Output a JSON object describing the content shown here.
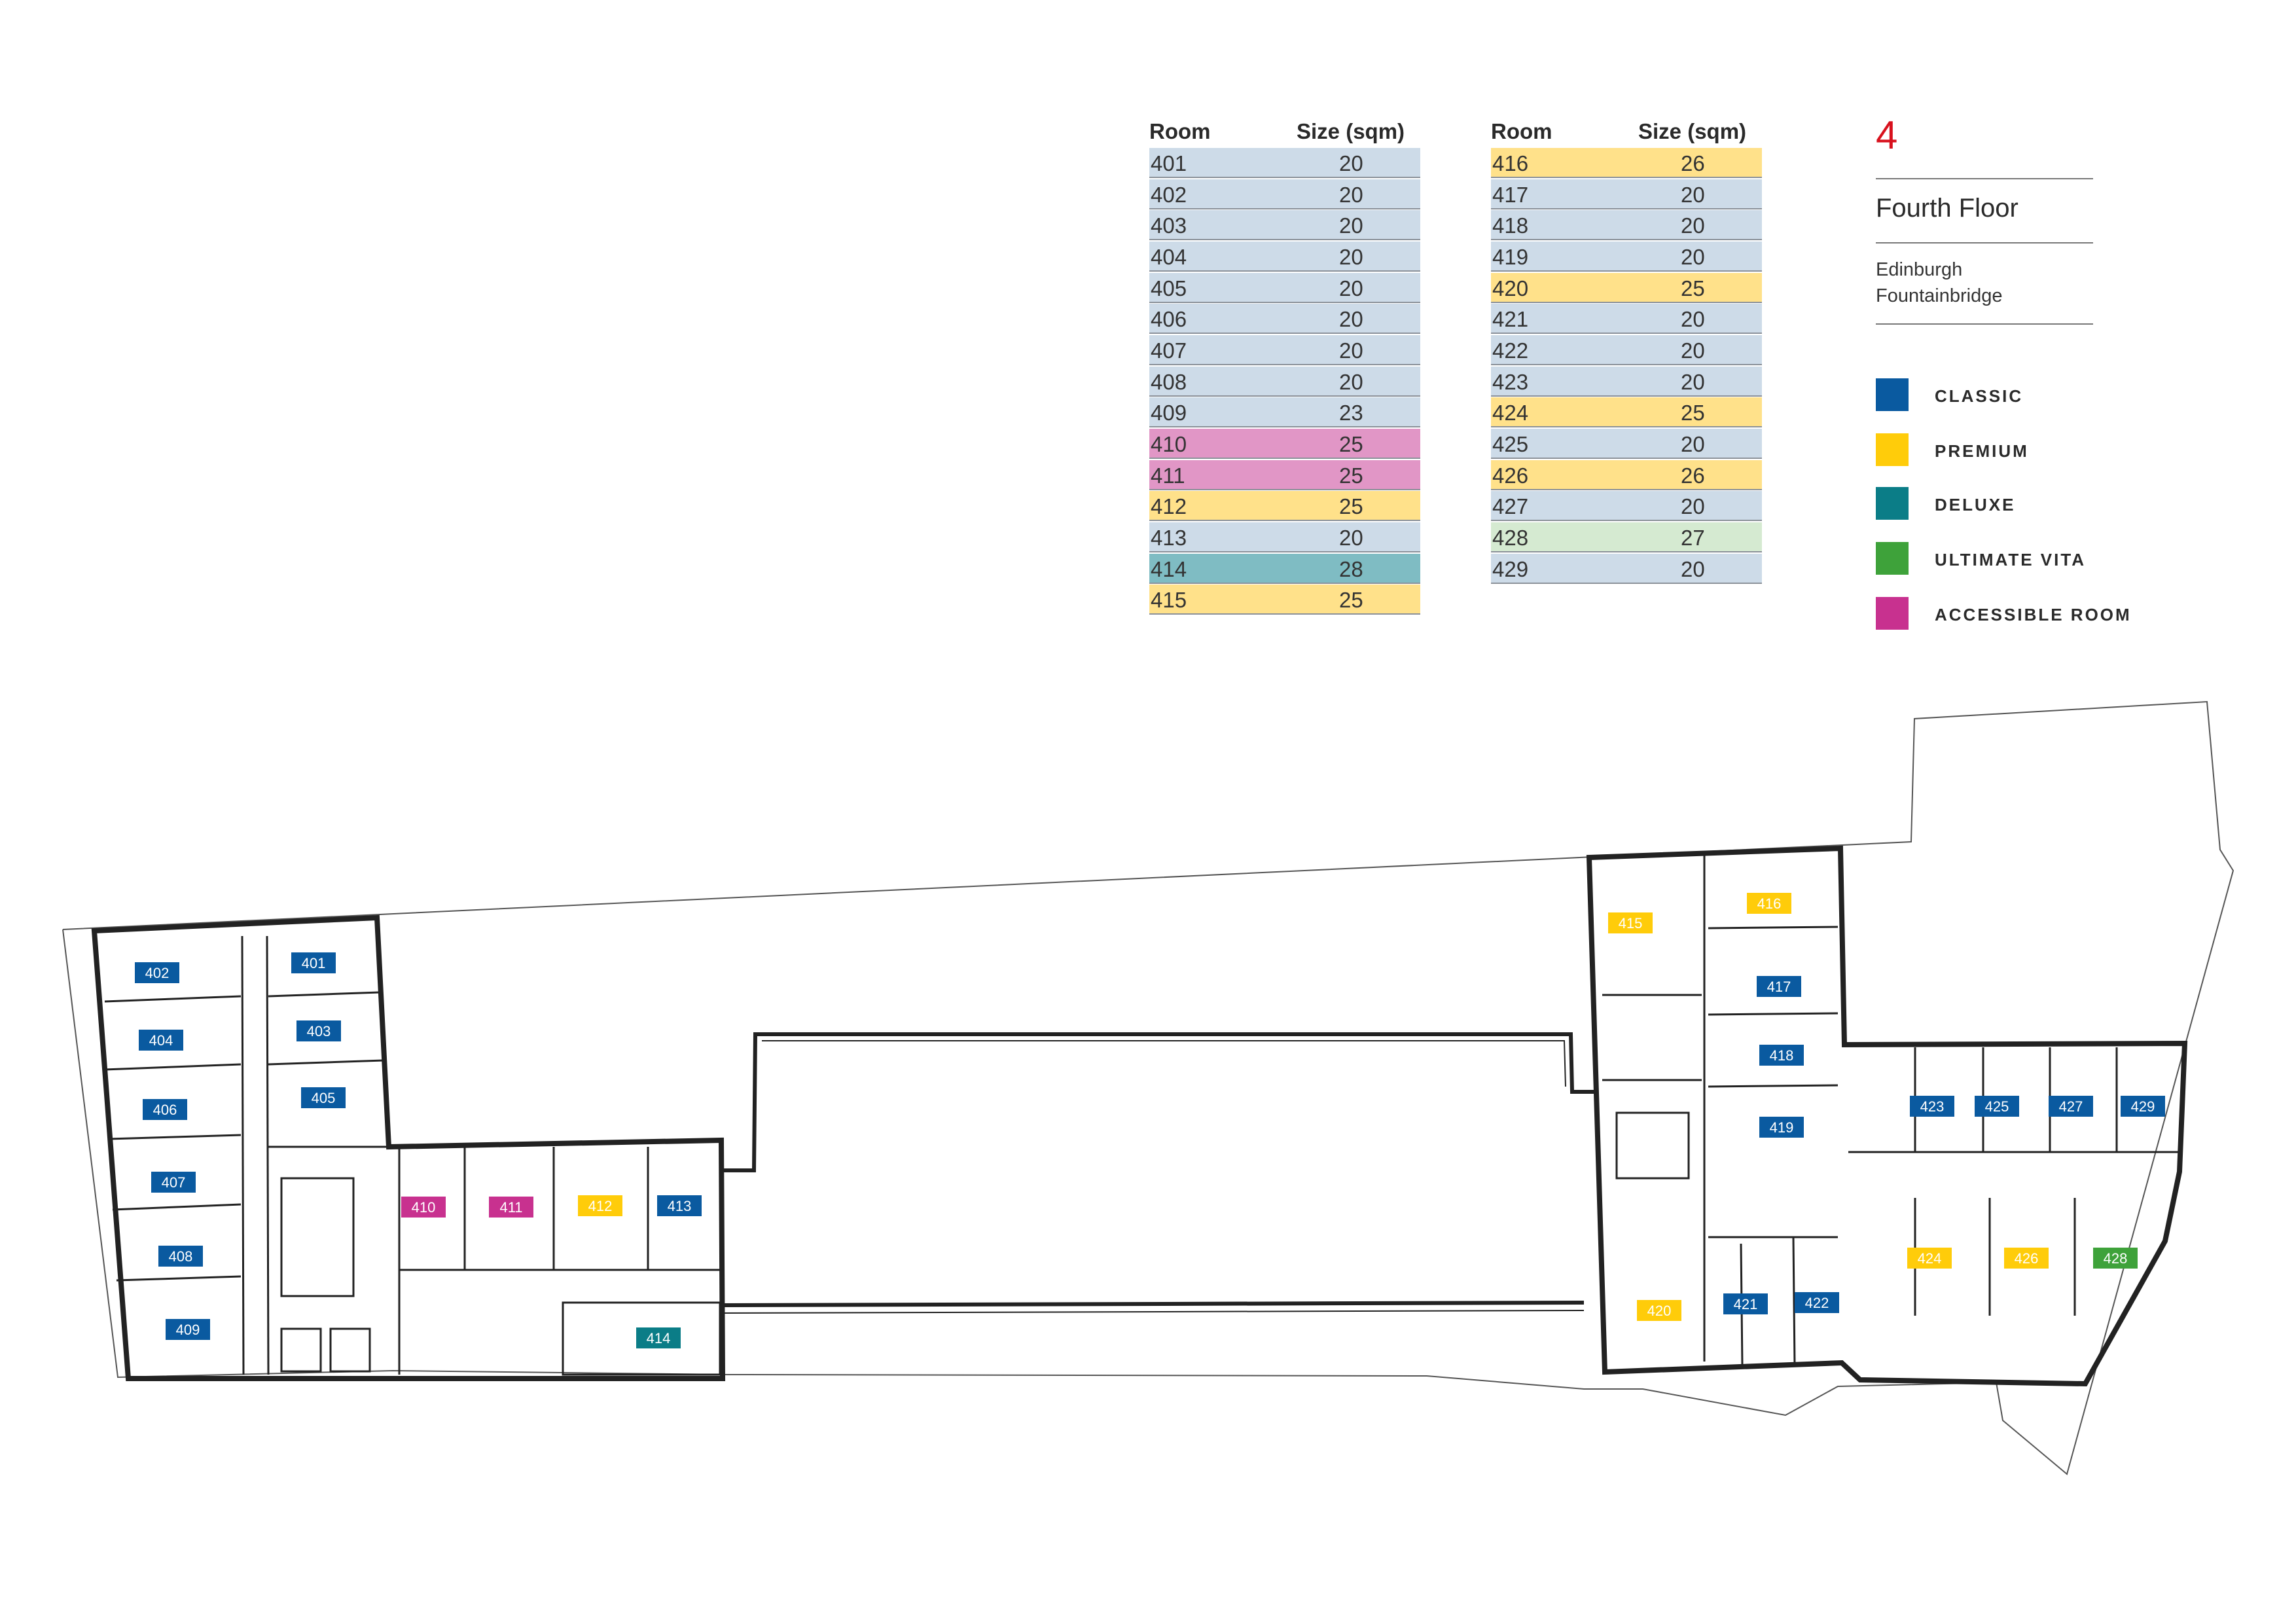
{
  "header": {
    "floor_number": "4",
    "floor_name": "Fourth Floor",
    "location_city": "Edinburgh",
    "location_area": "Fountainbridge"
  },
  "table_headers": {
    "room": "Room",
    "size": "Size (sqm)"
  },
  "tables": [
    {
      "rows": [
        {
          "room": "401",
          "size": "20",
          "type": "classic"
        },
        {
          "room": "402",
          "size": "20",
          "type": "classic"
        },
        {
          "room": "403",
          "size": "20",
          "type": "classic"
        },
        {
          "room": "404",
          "size": "20",
          "type": "classic"
        },
        {
          "room": "405",
          "size": "20",
          "type": "classic"
        },
        {
          "room": "406",
          "size": "20",
          "type": "classic"
        },
        {
          "room": "407",
          "size": "20",
          "type": "classic"
        },
        {
          "room": "408",
          "size": "20",
          "type": "classic"
        },
        {
          "room": "409",
          "size": "23",
          "type": "classic"
        },
        {
          "room": "410",
          "size": "25",
          "type": "accessible"
        },
        {
          "room": "411",
          "size": "25",
          "type": "accessible"
        },
        {
          "room": "412",
          "size": "25",
          "type": "premium"
        },
        {
          "room": "413",
          "size": "20",
          "type": "classic"
        },
        {
          "room": "414",
          "size": "28",
          "type": "deluxe"
        },
        {
          "room": "415",
          "size": "25",
          "type": "premium"
        }
      ]
    },
    {
      "rows": [
        {
          "room": "416",
          "size": "26",
          "type": "premium"
        },
        {
          "room": "417",
          "size": "20",
          "type": "classic"
        },
        {
          "room": "418",
          "size": "20",
          "type": "classic"
        },
        {
          "room": "419",
          "size": "20",
          "type": "classic"
        },
        {
          "room": "420",
          "size": "25",
          "type": "premium"
        },
        {
          "room": "421",
          "size": "20",
          "type": "classic"
        },
        {
          "room": "422",
          "size": "20",
          "type": "classic"
        },
        {
          "room": "423",
          "size": "20",
          "type": "classic"
        },
        {
          "room": "424",
          "size": "25",
          "type": "premium"
        },
        {
          "room": "425",
          "size": "20",
          "type": "classic"
        },
        {
          "room": "426",
          "size": "26",
          "type": "premium"
        },
        {
          "room": "427",
          "size": "20",
          "type": "classic"
        },
        {
          "room": "428",
          "size": "27",
          "type": "ultimate"
        },
        {
          "room": "429",
          "size": "20",
          "type": "classic"
        }
      ]
    }
  ],
  "legend": [
    {
      "key": "classic",
      "label": "CLASSIC",
      "color": "#0a5aa0"
    },
    {
      "key": "premium",
      "label": "PREMIUM",
      "color": "#ffcc0a"
    },
    {
      "key": "deluxe",
      "label": "DELUXE",
      "color": "#0b7d87"
    },
    {
      "key": "ultimate",
      "label": "ULTIMATE VITA",
      "color": "#3ea23a"
    },
    {
      "key": "accessible",
      "label": "ACCESSIBLE ROOM",
      "color": "#c8318f"
    }
  ],
  "plan_rooms": [
    {
      "room": "401",
      "type": "classic"
    },
    {
      "room": "402",
      "type": "classic"
    },
    {
      "room": "403",
      "type": "classic"
    },
    {
      "room": "404",
      "type": "classic"
    },
    {
      "room": "405",
      "type": "classic"
    },
    {
      "room": "406",
      "type": "classic"
    },
    {
      "room": "407",
      "type": "classic"
    },
    {
      "room": "408",
      "type": "classic"
    },
    {
      "room": "409",
      "type": "classic"
    },
    {
      "room": "410",
      "type": "accessible"
    },
    {
      "room": "411",
      "type": "accessible"
    },
    {
      "room": "412",
      "type": "premium"
    },
    {
      "room": "413",
      "type": "classic"
    },
    {
      "room": "414",
      "type": "deluxe"
    },
    {
      "room": "415",
      "type": "premium"
    },
    {
      "room": "416",
      "type": "premium"
    },
    {
      "room": "417",
      "type": "classic"
    },
    {
      "room": "418",
      "type": "classic"
    },
    {
      "room": "419",
      "type": "classic"
    },
    {
      "room": "420",
      "type": "premium"
    },
    {
      "room": "421",
      "type": "classic"
    },
    {
      "room": "422",
      "type": "classic"
    },
    {
      "room": "423",
      "type": "classic"
    },
    {
      "room": "424",
      "type": "premium"
    },
    {
      "room": "425",
      "type": "classic"
    },
    {
      "room": "426",
      "type": "premium"
    },
    {
      "room": "427",
      "type": "classic"
    },
    {
      "room": "428",
      "type": "ultimate"
    },
    {
      "room": "429",
      "type": "classic"
    }
  ]
}
